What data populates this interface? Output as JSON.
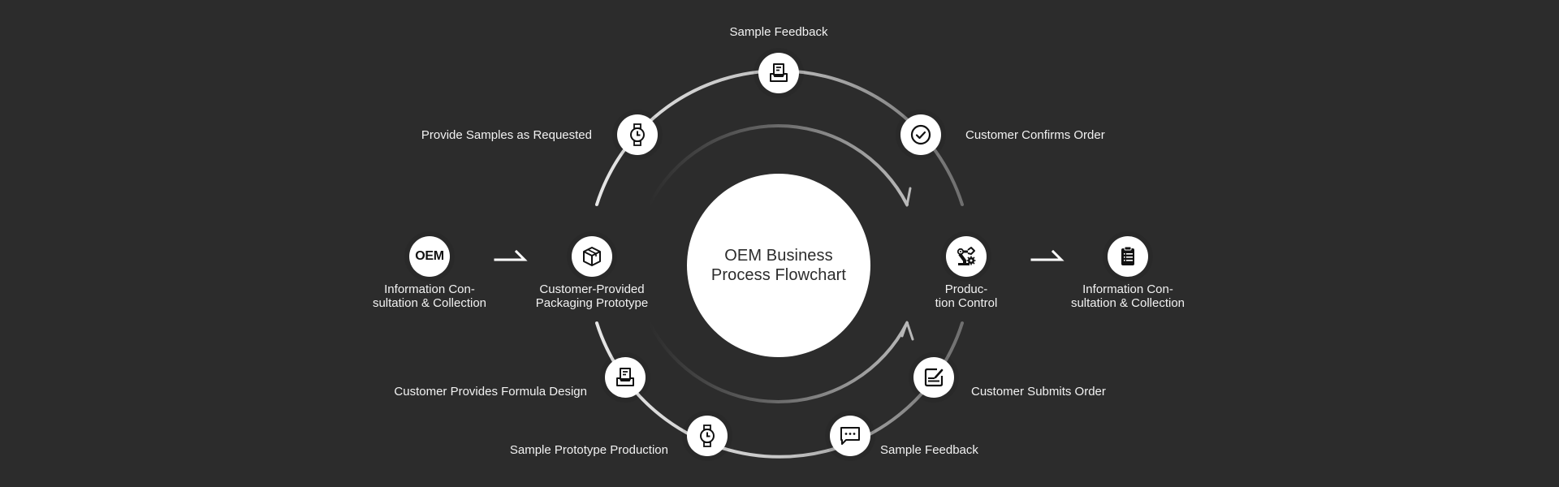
{
  "title": "OEM Business Process Flowchart",
  "colors": {
    "background": "#2c2c2c",
    "node_fill": "#ffffff",
    "icon_stroke": "#111111",
    "label_text": "#f2f2f2"
  },
  "entry_steps": [
    {
      "icon": "oem-badge",
      "icon_text": "OEM",
      "label_line1": "Information Con-",
      "label_line2": "sultation & Collection"
    },
    {
      "icon": "box-icon",
      "label_line1": "Customer-Provided",
      "label_line2": "Packaging Prototype"
    }
  ],
  "exit_steps": [
    {
      "icon": "robot-arm-icon",
      "label_line1": "Produc-",
      "label_line2": "tion Control"
    },
    {
      "icon": "clipboard-icon",
      "label_line1": "Information Con-",
      "label_line2": "sultation & Collection"
    }
  ],
  "cycle_steps": [
    {
      "icon": "inbox-document-icon",
      "label": "Customer Provides Formula Design"
    },
    {
      "icon": "watch-icon",
      "label": "Sample Prototype Production"
    },
    {
      "icon": "chat-bubble-icon",
      "label": "Sample Feedback"
    },
    {
      "icon": "edit-document-icon",
      "label": "Customer Submits Order"
    },
    {
      "icon": "watch-icon",
      "label": "Provide Samples as Requested"
    },
    {
      "icon": "inbox-document-icon",
      "label": "Sample Feedback"
    },
    {
      "icon": "check-circle-icon",
      "label": "Customer Confirms Order"
    }
  ]
}
